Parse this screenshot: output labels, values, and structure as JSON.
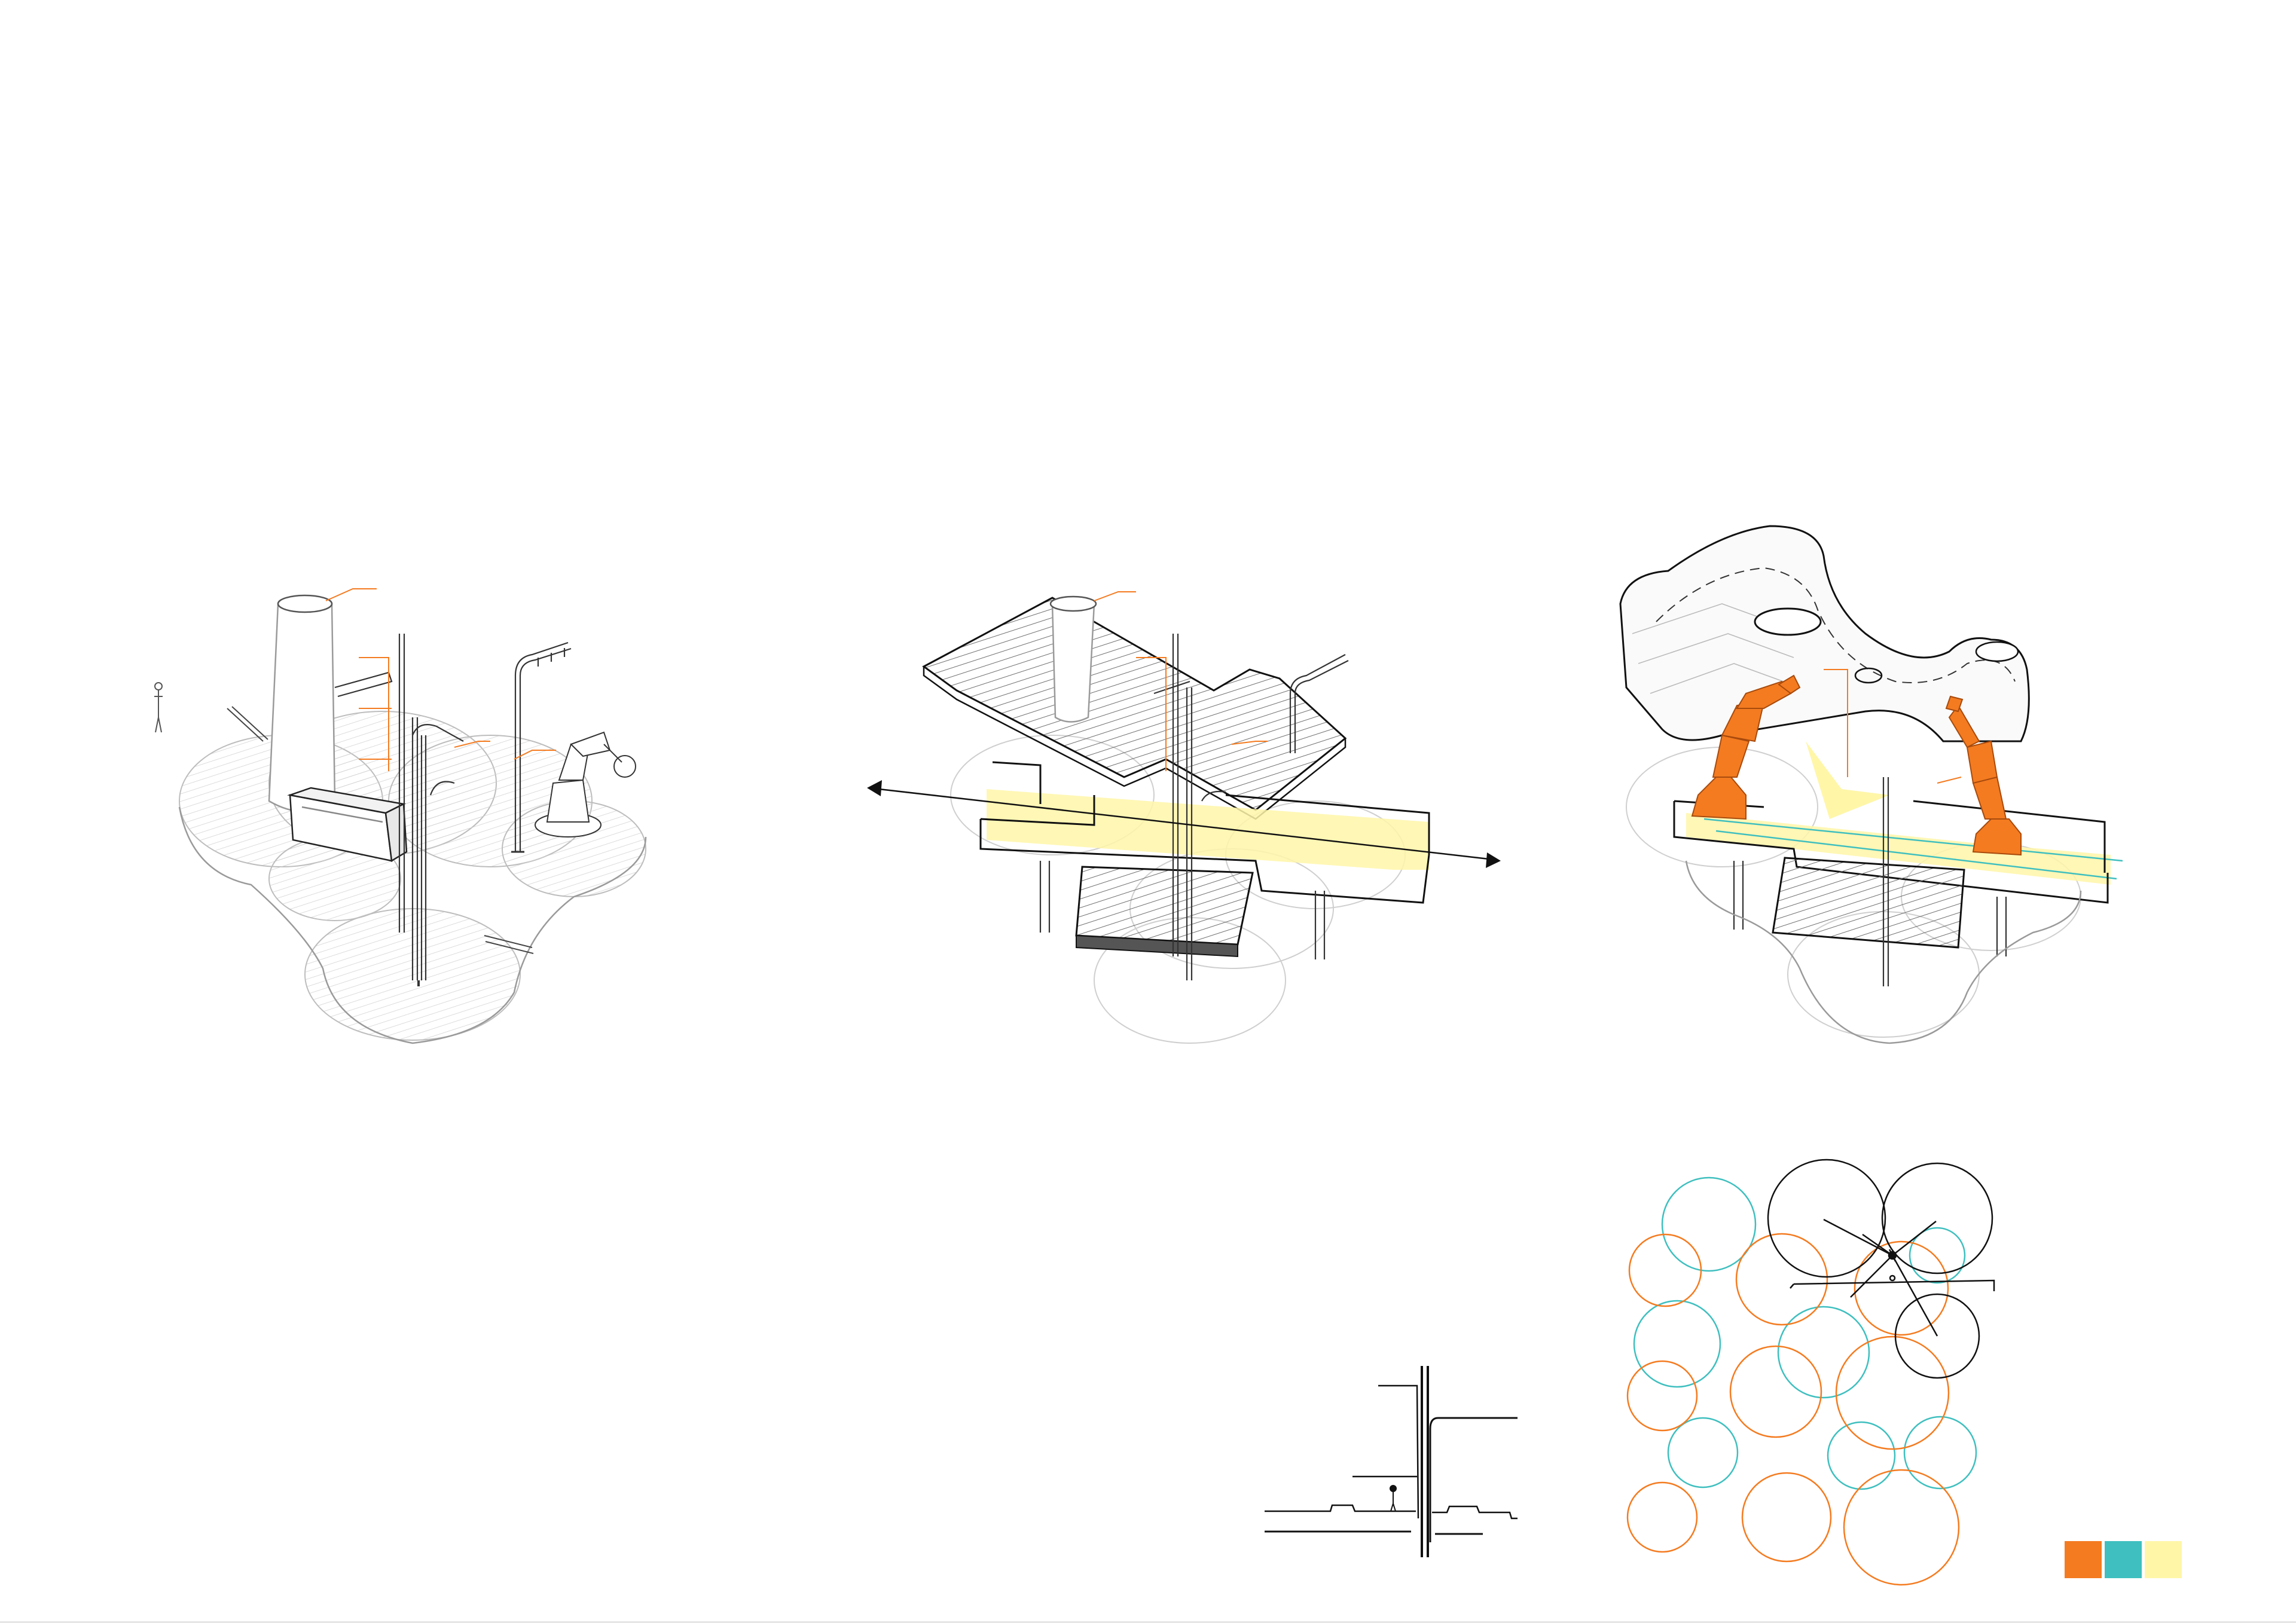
{
  "colors": {
    "orange": "#f47b20",
    "teal": "#3fbfbf",
    "yellow": "#fff6a8",
    "line": "#111111",
    "hatch": "#9a9a9a",
    "faint": "#c8c8c8"
  },
  "legend": {
    "swatches": [
      {
        "name": "orange",
        "color": "#f47b20"
      },
      {
        "name": "teal",
        "color": "#3fbfbf"
      },
      {
        "name": "yellow",
        "color": "#fff6a8"
      }
    ]
  },
  "diagram": {
    "panels": [
      {
        "id": "axon-base-structure"
      },
      {
        "id": "axon-circulation-deck"
      },
      {
        "id": "axon-enclosure-robots"
      },
      {
        "id": "section-elevation"
      },
      {
        "id": "circle-plan"
      }
    ]
  }
}
